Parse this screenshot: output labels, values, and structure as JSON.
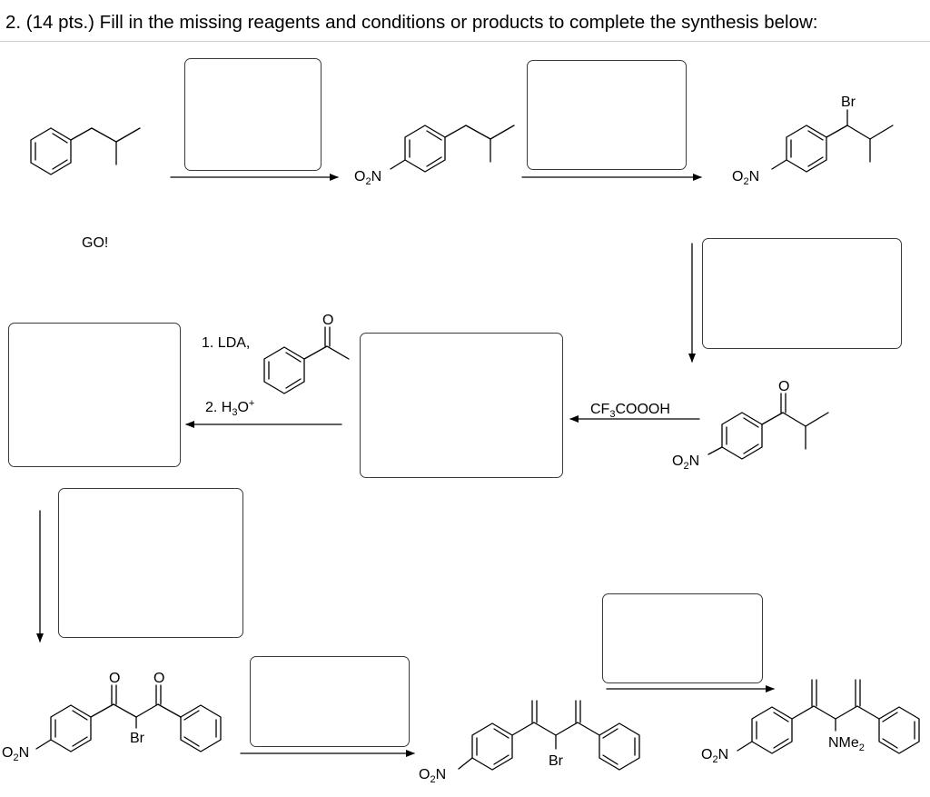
{
  "question": {
    "title": "2. (14 pts.) Fill in the missing reagents and conditions or products to complete the synthesis below:"
  },
  "labels": {
    "go": "GO!",
    "nitro_o": "O",
    "nitro_sub": "2",
    "nitro_n": "N",
    "br": "Br",
    "oxygen": "O",
    "lda_step": "1. LDA,",
    "acid_step_prefix": "2. H",
    "acid_step_sub": "3",
    "acid_step_o": "O",
    "acid_step_sup": "+",
    "peracid_cf": "CF",
    "peracid_sub": "3",
    "peracid_rest": "COOOH",
    "nme_prefix": "NMe",
    "nme_sub": "2"
  },
  "colors": {
    "ink": "#000000",
    "box_border": "#3a3a3a"
  }
}
